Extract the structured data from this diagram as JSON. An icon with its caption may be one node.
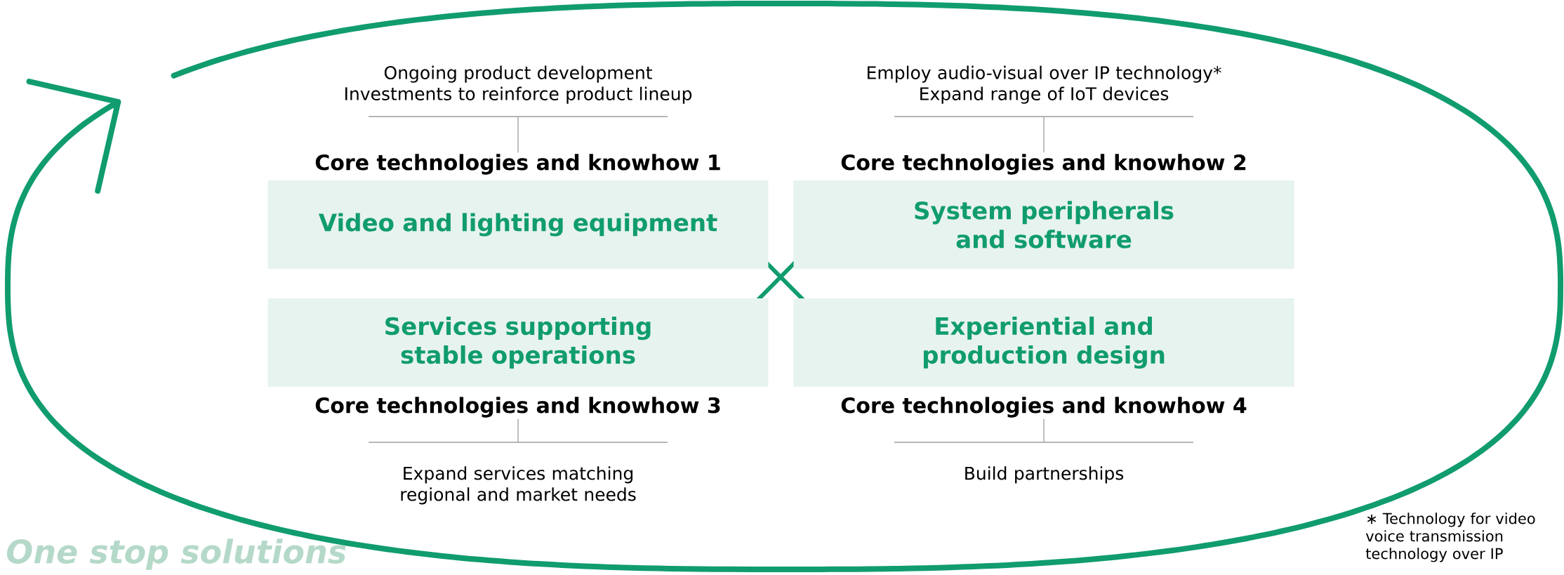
{
  "diagram": {
    "nodes": [
      {
        "text": [
          "Ongoing product development",
          "Investments to reinforce product lineup"
        ]
      },
      {
        "text": [
          "Employ audio-visual over IP technology*",
          "Expand range of IoT devices"
        ]
      },
      {
        "text": [
          "Core technologies and knowhow 1",
          "Video and lighting equipment"
        ]
      },
      {
        "text": [
          "Core technologies and knowhow 2",
          "System peripherals and software"
        ]
      },
      {
        "text": [
          "Services supporting stable operations",
          "Core technologies and knowhow 3"
        ]
      },
      {
        "text": [
          "Experiential and production design",
          "Core technologies and knowhow 4"
        ]
      },
      {
        "text": [
          "Expand services matching regional and market needs"
        ]
      },
      {
        "text": [
          "Build partnerships"
        ]
      }
    ],
    "edges": [
      {
        "from": 0,
        "to": 2,
        "arrow": "none"
      },
      {
        "from": 1,
        "to": 3,
        "arrow": "none"
      },
      {
        "from": 6,
        "to": 4,
        "arrow": "none"
      },
      {
        "from": 7,
        "to": 5,
        "arrow": "none"
      }
    ],
    "labels": [
      "∗ Technology for video voice transmission technology over IP",
      "One stop solutions"
    ]
  }
}
